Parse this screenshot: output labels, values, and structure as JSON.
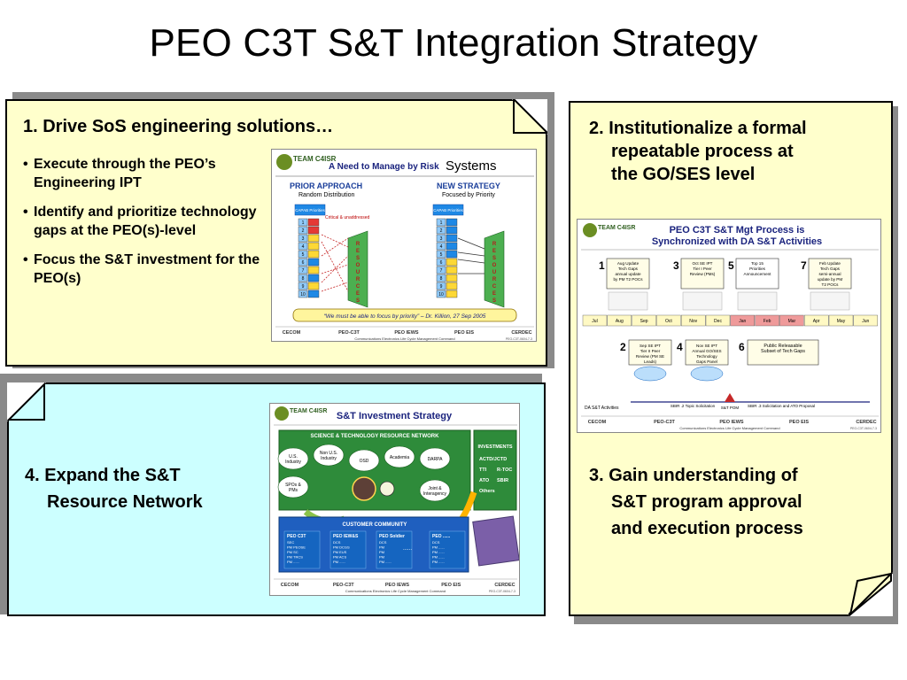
{
  "title": "PEO C3T S&T Integration Strategy",
  "quadrants": {
    "q1": {
      "heading": "1. Drive SoS engineering solutions…",
      "bullets": [
        "Execute through the PEO’s Engineering IPT",
        "Identify and prioritize technology gaps at the PEO(s)-level",
        "Focus the S&T investment for the PEO(s)"
      ]
    },
    "q2": {
      "heading_lines": [
        "2. Institutionalize a formal",
        "repeatable process at",
        "the GO/SES level"
      ]
    },
    "q3": {
      "heading_lines": [
        "3. Gain understanding of",
        "S&T program approval",
        "and execution process"
      ]
    },
    "q4": {
      "heading_lines": [
        "4. Expand the S&T",
        "Resource Network"
      ]
    }
  },
  "slide1": {
    "logo": "TEAM C4ISR",
    "title": "A Need to Manage by Risk",
    "overlay": "Systems",
    "left_heading": "PRIOR APPROACH",
    "left_sub": "Random Distribution",
    "right_heading": "NEW STRATEGY",
    "right_sub": "Focused by Priority",
    "col_head": "CAPAB Priorities",
    "critical_label": "Critical & unaddressed",
    "resources": "RESOURCES",
    "rows": [
      "1",
      "2",
      "3",
      "4",
      "5",
      "6",
      "7",
      "8",
      "9",
      "10"
    ],
    "quote": "“We must be able to focus by priority” – Dr. Killion, 27 Sep 2005",
    "footer": [
      "CECOM",
      "PEO-C3T",
      "PEO IEWS",
      "PEO EIS",
      "CERDEC"
    ],
    "footer_sub": "Communications Electronics Life Cycle Management Command",
    "page_code": "PEO-C3T-0604-7-3"
  },
  "slide2": {
    "logo": "TEAM C4ISR",
    "title_lines": [
      "PEO C3T S&T Mgt Process is",
      "Synchronized with DA S&T Activities"
    ],
    "steps": [
      {
        "num": "1",
        "text": "Aug Update Tech Gaps annual update by PM T2 POCs"
      },
      {
        "num": "3",
        "text": "Oct SE IPT Tier I Peer Review (PMs)"
      },
      {
        "num": "5",
        "text": "Top 15 Priorities Announcement"
      },
      {
        "num": "7",
        "text": "Feb Update Tech Gaps semi-annual update by PM T2 POCs"
      },
      {
        "num": "2",
        "text": "Sep SE IPT Tier II Peer Review (PM SE Leads)"
      },
      {
        "num": "4",
        "text": "Nov SE IPT Annual GO/SES Technology Gaps Panel Session"
      },
      {
        "num": "6",
        "text": "Public Releasable Subset of Tech Gaps"
      }
    ],
    "months": [
      "Jul",
      "Aug",
      "Sep",
      "Oct",
      "Nov",
      "Dec",
      "Jan",
      "Feb",
      "Mar",
      "Apr",
      "May",
      "Jun"
    ],
    "da_label": "DA S&T Activities",
    "sbir2": "SBIR .2 Topic Solicitation",
    "st_pom": "S&T POM",
    "sbir3": "SBIR .3 Solicitation and ATO Proposal",
    "footer": [
      "CECOM",
      "PEO-C3T",
      "PEO IEWS",
      "PEO EIS",
      "CERDEC"
    ],
    "footer_sub": "Communications Electronics Life Cycle Management Command",
    "page_code": "PEO-C3T-0604-7-3"
  },
  "slide3": {
    "logo": "TEAM C4ISR",
    "title": "S&T Investment Strategy",
    "network_label": "SCIENCE & TECHNOLOGY RESOURCE NETWORK",
    "nodes": [
      "U.S. Industry",
      "Non U.S. Industry",
      "OSD",
      "Academia",
      "DARPA",
      "SPOs & PMs",
      "Joint & Interagency"
    ],
    "investments_label": "INVESTMENTS",
    "investments": [
      "ACTD/JCTD",
      "TTI",
      "R-TOC",
      "ATO",
      "SBIR",
      "Others"
    ],
    "customer_label": "CUSTOMER COMMUNITY",
    "customers": [
      {
        "name": "PEO C3T",
        "items": [
          "SEC",
          "PM PEOSE",
          "PM SC",
          "PM TRCS",
          "PM ......"
        ]
      },
      {
        "name": "PEO IEW&S",
        "items": [
          "DCS",
          "PM DCGS",
          "PM EUS",
          "PM ACS",
          "PM ......"
        ]
      },
      {
        "name": "PEO Soldier",
        "items": [
          "DCS",
          "PM",
          "PM",
          "PM",
          "PM ......"
        ]
      },
      {
        "name": "PEO ......",
        "items": [
          "DCS",
          "PM ......",
          "PM ......",
          "PM ......",
          "PM ......"
        ]
      }
    ],
    "ellipsis": "......",
    "footer": [
      "CECOM",
      "PEO-C3T",
      "PEO IEWS",
      "PEO EIS",
      "CERDEC"
    ],
    "footer_sub": "Communications Electronics Life Cycle Management Command",
    "page_code": "PEO-C3T-0604-7-3"
  },
  "colors": {
    "yellow_note": "#ffffcc",
    "cyan_note": "#ccffff",
    "shadow": "#8a8a8a",
    "slide_green": "#2e8b3a",
    "slide_blue": "#1f5fbf",
    "slide_title_blue": "#1a237e"
  }
}
